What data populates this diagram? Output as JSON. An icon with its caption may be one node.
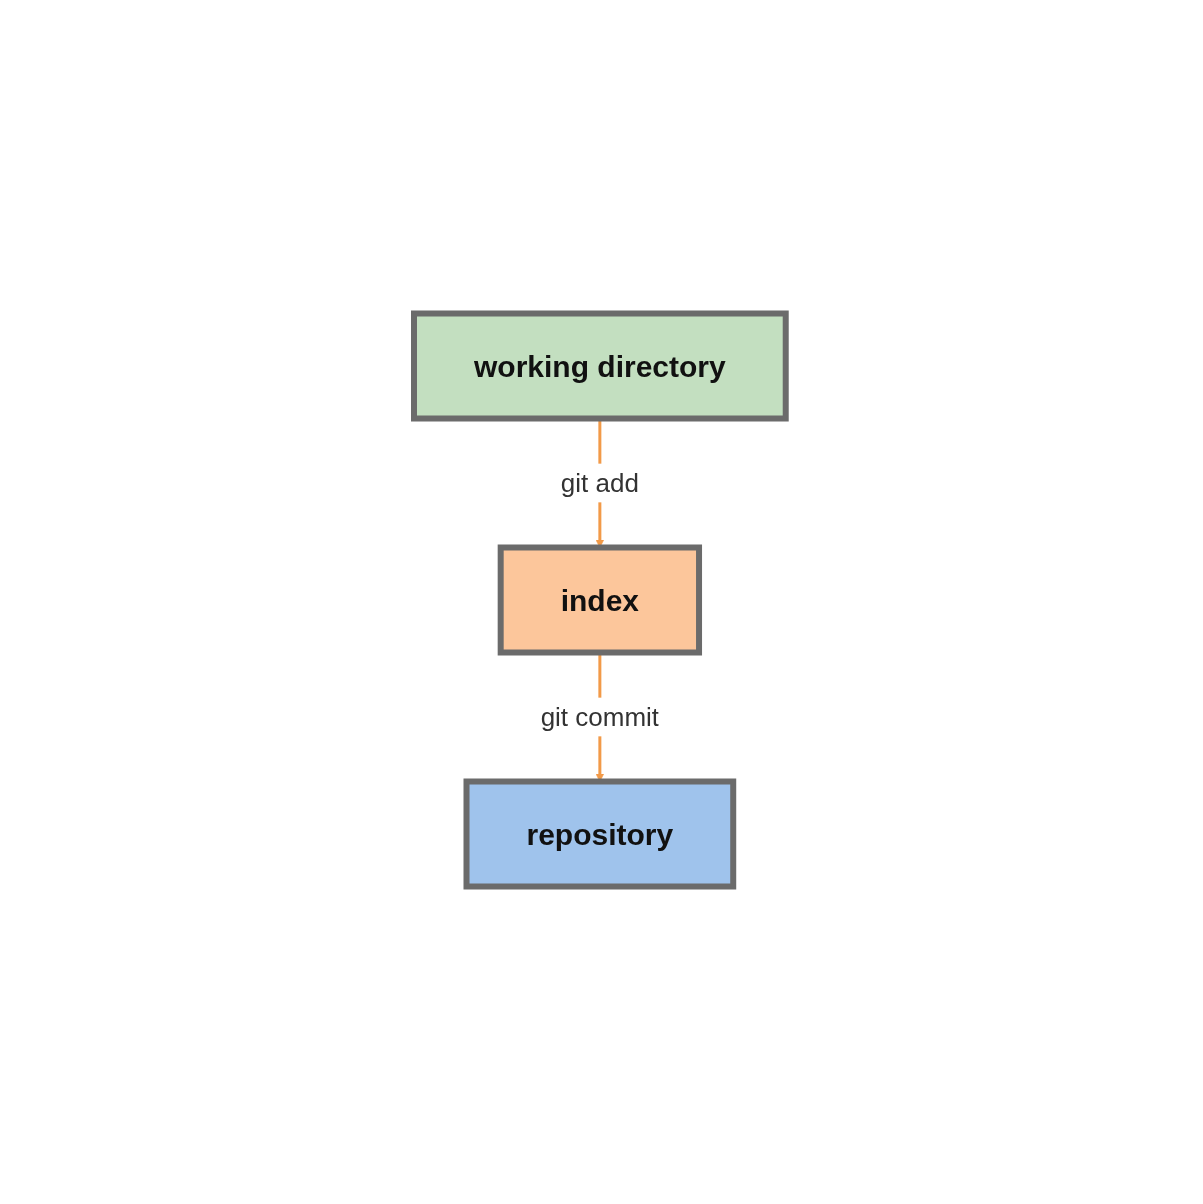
{
  "diagram": {
    "nodes": [
      {
        "text": [
          "working directory"
        ]
      },
      {
        "text": [
          "index"
        ]
      },
      {
        "text": [
          "repository"
        ]
      }
    ],
    "edges": [
      {
        "from": 0,
        "to": 1,
        "arrow": "to",
        "label": "git add",
        "color": "#f29a48"
      },
      {
        "from": 1,
        "to": 2,
        "arrow": "to",
        "label": "git commit",
        "color": "#f29a48"
      }
    ]
  }
}
